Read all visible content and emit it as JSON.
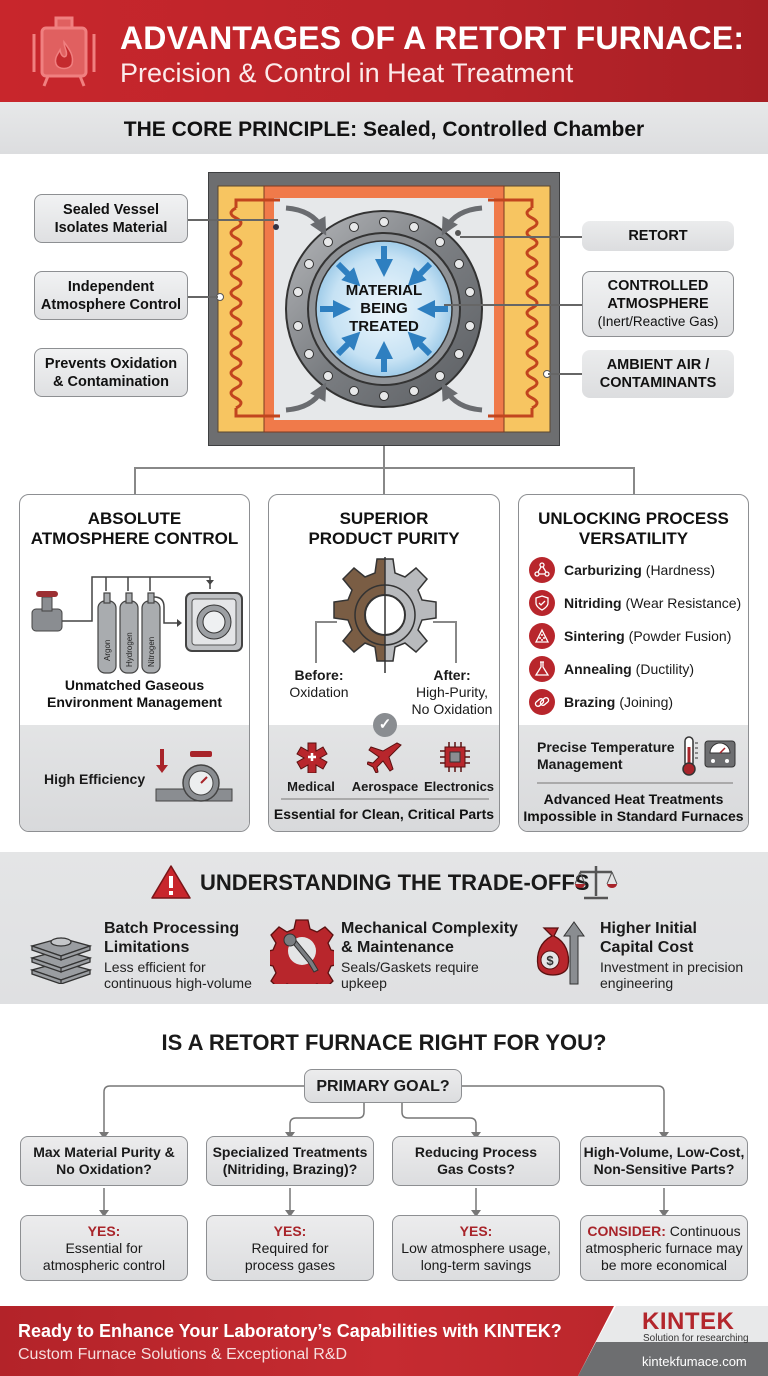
{
  "header": {
    "title": "ADVANTAGES OF A RETORT FURNACE:",
    "subtitle": "Precision & Control in Heat Treatment",
    "icon": "furnace-flame-icon"
  },
  "core_principle": {
    "title": "THE CORE PRINCIPLE: Sealed, Controlled Chamber",
    "left_callouts": [
      {
        "line1": "Sealed Vessel",
        "line2": "Isolates Material"
      },
      {
        "line1": "Independent",
        "line2": "Atmosphere Control"
      },
      {
        "line1": "Prevents Oxidation",
        "line2": "& Contamination"
      }
    ],
    "right_callouts": [
      {
        "line1": "RETORT"
      },
      {
        "line1": "CONTROLLED",
        "line2": "ATMOSPHERE",
        "sub": "(Inert/Reactive Gas)"
      },
      {
        "line1": "AMBIENT AIR /",
        "line2": "CONTAMINANTS"
      }
    ],
    "center_label": {
      "line1": "MATERIAL",
      "line2": "BEING",
      "line3": "TREATED"
    }
  },
  "cards": {
    "atmosphere": {
      "title1": "ABSOLUTE",
      "title2": "ATMOSPHERE CONTROL",
      "gases": [
        "Argon",
        "Hydrogen",
        "Nitrogen"
      ],
      "caption1": "Unmatched Gaseous",
      "caption2": "Environment Management",
      "bottom_label": "High Efficiency"
    },
    "purity": {
      "title1": "SUPERIOR",
      "title2": "PRODUCT PURITY",
      "before_label": "Before:",
      "before_desc": "Oxidation",
      "after_label": "After:",
      "after_desc1": "High-Purity,",
      "after_desc2": "No Oxidation",
      "industries": [
        "Medical",
        "Aerospace",
        "Electronics"
      ],
      "bottom_caption": "Essential for Clean, Critical Parts"
    },
    "versatility": {
      "title1": "UNLOCKING PROCESS",
      "title2": "VERSATILITY",
      "processes": [
        {
          "name": "Carburizing",
          "desc": "(Hardness)",
          "icon": "molecule-icon"
        },
        {
          "name": "Nitriding",
          "desc": "(Wear Resistance)",
          "icon": "shield-icon"
        },
        {
          "name": "Sintering",
          "desc": "(Powder Fusion)",
          "icon": "powder-pile-icon"
        },
        {
          "name": "Annealing",
          "desc": "(Ductility)",
          "icon": "flask-icon"
        },
        {
          "name": "Brazing",
          "desc": "(Joining)",
          "icon": "link-icon"
        }
      ],
      "temp_label1": "Precise Temperature",
      "temp_label2": "Management",
      "bottom1": "Advanced Heat Treatments",
      "bottom2": "Impossible in Standard Furnaces"
    }
  },
  "tradeoffs": {
    "title": "UNDERSTANDING THE TRADE-OFFS",
    "items": [
      {
        "title1": "Batch Processing",
        "title2": "Limitations",
        "desc1": "Less efficient for",
        "desc2": "continuous high-volume",
        "icon": "stacked-plates-icon"
      },
      {
        "title1": "Mechanical Complexity",
        "title2": "& Maintenance",
        "desc1": "Seals/Gaskets require",
        "desc2": "upkeep",
        "icon": "gear-wrench-icon"
      },
      {
        "title1": "Higher Initial",
        "title2": "Capital Cost",
        "desc1": "Investment in precision",
        "desc2": "engineering",
        "icon": "money-bag-icon"
      }
    ]
  },
  "decision": {
    "title": "IS A RETORT FURNACE RIGHT FOR YOU?",
    "root": "PRIMARY GOAL?",
    "questions": [
      {
        "line1": "Max Material Purity &",
        "line2": "No Oxidation?"
      },
      {
        "line1": "Specialized Treatments",
        "line2": "(Nitriding, Brazing)?"
      },
      {
        "line1": "Reducing Process",
        "line2": "Gas Costs?"
      },
      {
        "line1": "High-Volume, Low-Cost,",
        "line2": "Non-Sensitive Parts?"
      }
    ],
    "answers": [
      {
        "tag": "YES:",
        "line1": "Essential for",
        "line2": "atmospheric control"
      },
      {
        "tag": "YES:",
        "line1": "Required for",
        "line2": "process gases"
      },
      {
        "tag": "YES:",
        "line1": "Low atmosphere usage,",
        "line2": "long-term savings"
      },
      {
        "tag": "CONSIDER:",
        "inline": " Continuous",
        "line1": "atmospheric furnace may",
        "line2": "be more economical"
      }
    ]
  },
  "footer": {
    "title": "Ready to Enhance Your Laboratory’s Capabilities with KINTEK?",
    "subtitle": "Custom Furnace Solutions & Exceptional R&D",
    "brand": "KINTEK",
    "tagline": "Solution for researching",
    "url": "kintekfumace.com"
  },
  "colors": {
    "brand_red": "#c8262c",
    "dark_red": "#a8242a",
    "panel_gray": "#dfe0e2",
    "heater_orange": "#f07a4a",
    "insulation_yellow": "#f7c561",
    "shell_gray": "#6d6e70",
    "arrow_blue": "#2e7fc0"
  }
}
